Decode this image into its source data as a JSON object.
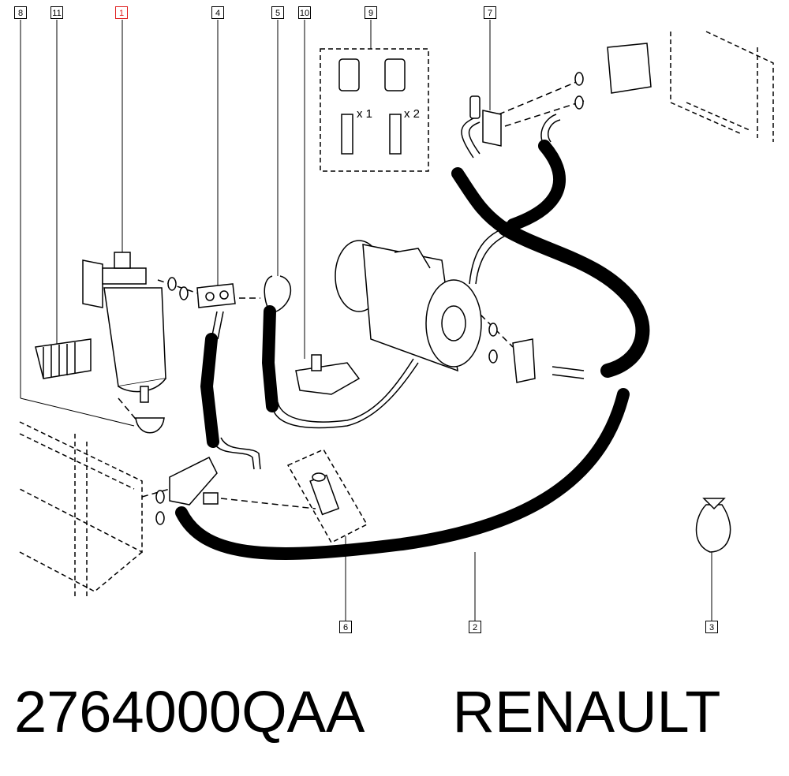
{
  "callouts": [
    {
      "id": "8",
      "label": "8"
    },
    {
      "id": "11",
      "label": "11"
    },
    {
      "id": "1",
      "label": "1",
      "highlight": true
    },
    {
      "id": "4",
      "label": "4"
    },
    {
      "id": "5",
      "label": "5"
    },
    {
      "id": "10",
      "label": "10"
    },
    {
      "id": "9",
      "label": "9"
    },
    {
      "id": "7",
      "label": "7"
    },
    {
      "id": "6",
      "label": "6"
    },
    {
      "id": "2",
      "label": "2"
    },
    {
      "id": "3",
      "label": "3"
    }
  ],
  "quantities": {
    "q1": "x 1",
    "q2": "x 2"
  },
  "caption": {
    "part_number": "2764000QAA",
    "brand": "RENAULT"
  },
  "colors": {
    "ink": "#000000",
    "highlight": "#e02020",
    "hose_fill": "#ffffff"
  }
}
